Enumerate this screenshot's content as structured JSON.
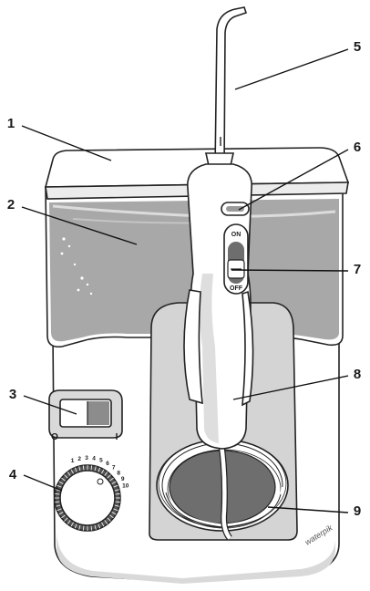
{
  "callouts": [
    {
      "number": "1",
      "part": "reservoir-lid"
    },
    {
      "number": "2",
      "part": "water-reservoir"
    },
    {
      "number": "3",
      "part": "power-switch"
    },
    {
      "number": "4",
      "part": "pressure-control-dial"
    },
    {
      "number": "5",
      "part": "tip"
    },
    {
      "number": "6",
      "part": "tip-eject-button"
    },
    {
      "number": "7",
      "part": "handle-on-off-switch"
    },
    {
      "number": "8",
      "part": "handle"
    },
    {
      "number": "9",
      "part": "hose"
    }
  ],
  "handle_switch": {
    "on_label": "ON",
    "off_label": "OFF"
  },
  "power_switch": {
    "off_mark": "O",
    "on_mark": "I"
  },
  "dial_scale": [
    "1",
    "2",
    "3",
    "4",
    "5",
    "6",
    "7",
    "8",
    "9",
    "10"
  ],
  "brand": "waterpik",
  "colors": {
    "body": "#ffffff",
    "water": "#a8a8a8",
    "shadow": "#d4d4d4",
    "dark": "#6e6e6e",
    "outline": "#222222"
  }
}
